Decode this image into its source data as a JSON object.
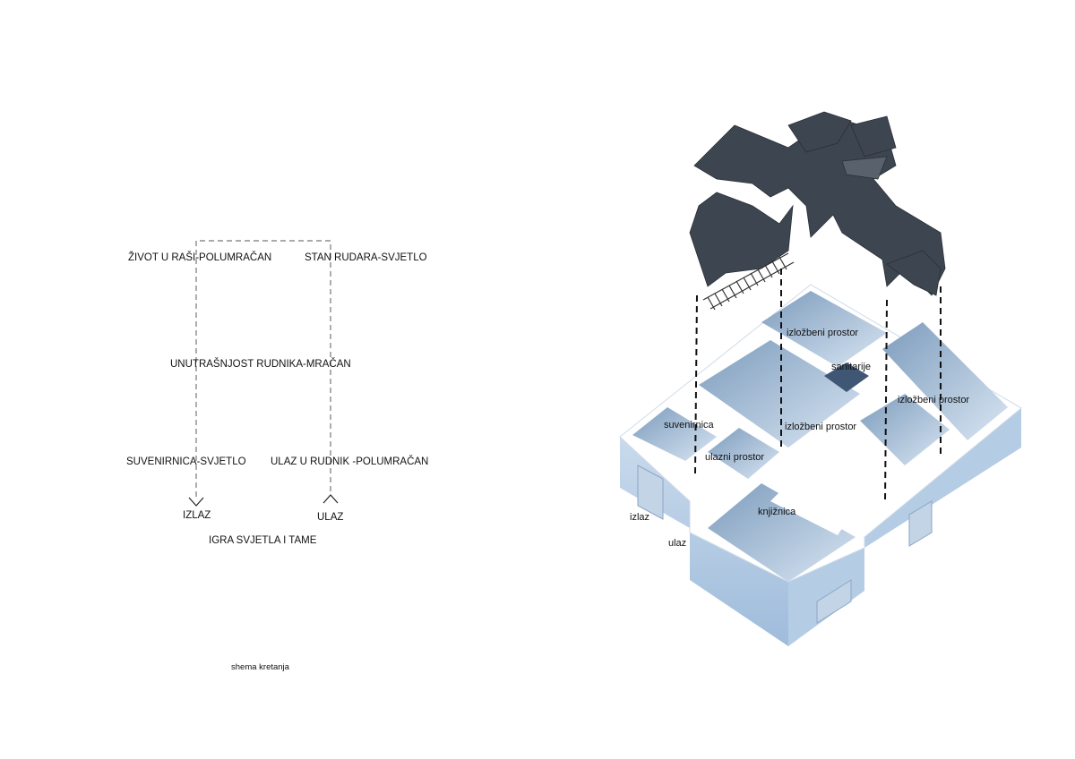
{
  "movement_scheme": {
    "caption": "shema kretanja",
    "labels": {
      "zivot": "ŽIVOT U RAŠI-POLUMRAČAN",
      "stan": "STAN RUDARA-SVJETLO",
      "unutrasnjost": "UNUTRAŠNJOST RUDNIKA-MRAČAN",
      "suvenirnica": "SUVENIRNICA-SVJETLO",
      "ulaz_rudnik": "ULAZ U RUDNIK -POLUMRAČAN",
      "izlaz": "IZLAZ",
      "ulaz": "ULAZ",
      "title": "IGRA SVJETLA I TAME"
    }
  },
  "axonometry": {
    "rooms": {
      "izlozbeni_1": "izložbeni prostor",
      "sanitarije": "sanitarije",
      "izlozbeni_2": "izložbeni prostor",
      "suvenirnica": "suvenirnica",
      "izlozbeni_3": "izložbeni prostor",
      "ulazni": "ulazni prostor",
      "knjiznica": "knjižnica",
      "izlaz": "izlaz",
      "ulaz": "ulaz"
    },
    "colors": {
      "wall": "#a9c3df",
      "top": "#ffffff",
      "mine": "#3d4550"
    }
  }
}
